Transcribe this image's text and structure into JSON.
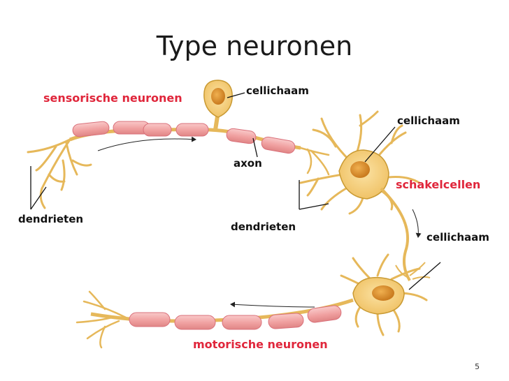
{
  "slide": {
    "title": "Type neuronen",
    "page_number": "5"
  },
  "labels": {
    "sensory": "sensorische neuronen",
    "cell_body_top": "cellichaam",
    "cell_body_right": "cellichaam",
    "axon": "axon",
    "interneurons": "schakelcellen",
    "dendrites_left": "dendrieten",
    "dendrites_mid": "dendrieten",
    "cell_body_motor": "cellichaam",
    "motor": "motorische neuronen"
  },
  "colors": {
    "neuron_body": "#f2c768",
    "neuron_outline": "#c99a33",
    "nucleus": "#d98c2a",
    "myelin": "#f0a0a0",
    "myelin_edge": "#d9707a",
    "label_accent": "#e0263b"
  }
}
